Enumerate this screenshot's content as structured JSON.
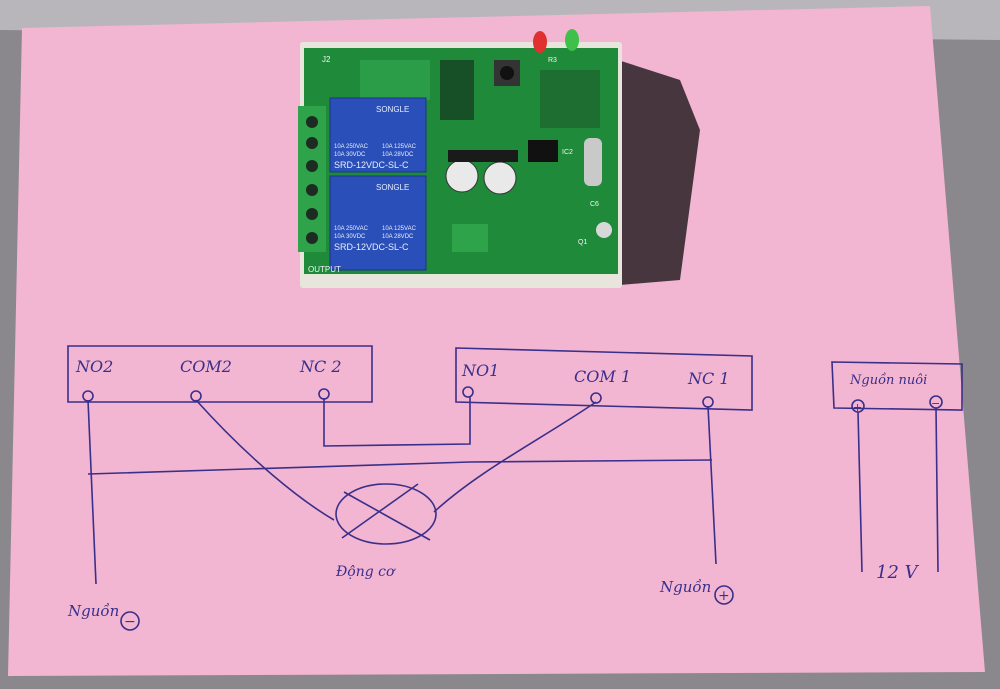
{
  "photo": {
    "paper_color": "#f2b6d2",
    "ink_color": "#3a2f8a",
    "pcb_color": "#1f8a3a",
    "relay_color": "#2a4fb8"
  },
  "relay_top": {
    "brand": "SONGLE",
    "ratings": [
      "10A 250VAC",
      "10A 125VAC",
      "10A 30VDC",
      "10A 28VDC"
    ],
    "model": "SRD-12VDC-SL-C"
  },
  "relay_bottom": {
    "brand": "SONGLE",
    "ratings": [
      "10A 250VAC",
      "10A 125VAC",
      "10A 30VDC",
      "10A 28VDC"
    ],
    "model": "SRD-12VDC-SL-C"
  },
  "board": {
    "output_label": "OUTPUT",
    "j2_label": "J2",
    "r3_label": "R3",
    "c6_label": "C6",
    "ic2_label": "IC2",
    "q1_label": "Q1"
  },
  "diagram": {
    "block2": {
      "no": "NO2",
      "com": "COM2",
      "nc": "NC 2"
    },
    "block1": {
      "no": "NO1",
      "com": "COM 1",
      "nc": "NC 1"
    },
    "power_box": {
      "title": "Nguồn nuôi",
      "plus": "+",
      "minus": "−"
    },
    "motor_label": "Động cơ",
    "neg_label": "Nguồn",
    "neg_symbol": "−",
    "pos_label": "Nguồn",
    "pos_symbol": "+",
    "voltage_label": "12 V"
  }
}
